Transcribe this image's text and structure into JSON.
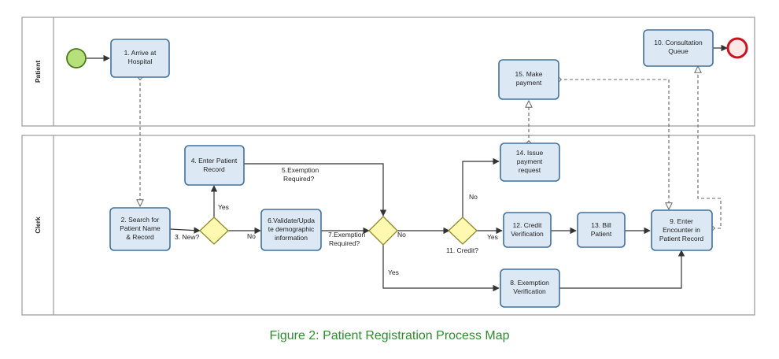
{
  "lanes": {
    "patient": "Patient",
    "clerk": "Clerk"
  },
  "tasks": {
    "t1": [
      "1. Arrive at",
      "Hospital"
    ],
    "t2": [
      "2. Search for",
      "Patient Name",
      "& Record"
    ],
    "t4": [
      "4. Enter Patient",
      "Record"
    ],
    "t6": [
      "6.Validate/Upda",
      "te demographic",
      "information"
    ],
    "t8": [
      "8. Exemption",
      "Verification"
    ],
    "t9": [
      "9. Enter",
      "Encounter in",
      "Patient Record"
    ],
    "t10": [
      "10. Consultation",
      "Queue"
    ],
    "t12": [
      "12. Credit",
      "Verification"
    ],
    "t13": [
      "13. Bill",
      "Patient"
    ],
    "t14": [
      "14. Issue",
      "payment",
      "request"
    ],
    "t15": [
      "15. Make",
      "payment"
    ]
  },
  "labels": {
    "new": "3. New?",
    "yes_new": "Yes",
    "no_new": "No",
    "exemption_required_5a": "5.Exemption",
    "exemption_required_5b": "Required?",
    "exemption_required_7a": "7.Exemption",
    "exemption_required_7b": "Required?",
    "no_exempt": "No",
    "yes_exempt": "Yes",
    "credit": "11. Credit?",
    "no_credit": "No",
    "yes_credit": "Yes"
  },
  "caption": "Figure 2: Patient Registration Process Map",
  "colors": {
    "task_fill": "#dce9f5",
    "task_border": "#41719c",
    "start_event": "#b6e07a",
    "end_event": "#c8141e",
    "gateway": "#fff8b0",
    "caption": "#2e8b2e"
  }
}
